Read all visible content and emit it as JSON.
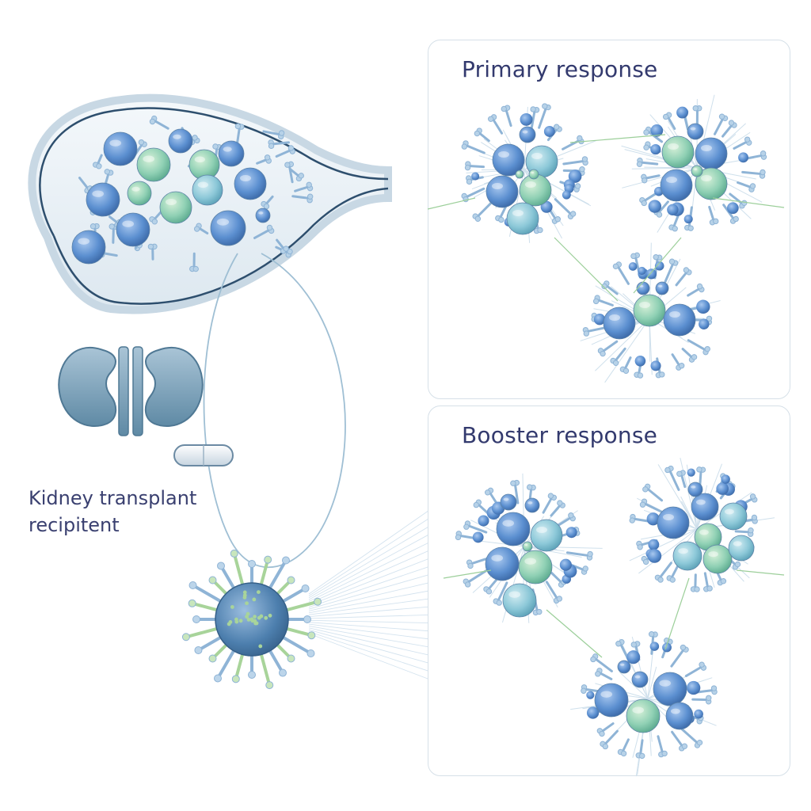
{
  "panels": {
    "primary_title": "Primary response",
    "booster_title": "Booster response"
  },
  "caption": {
    "line1": "Kidney transplant",
    "line2": "recipitent"
  },
  "colors": {
    "cell_blue": "#5b8fd0",
    "cell_green": "#8fd0b4",
    "cell_teal": "#8cc8d8",
    "stem": "#8fb4d6",
    "outline": "#2e4f6e",
    "virus_body": "#4d7fae",
    "virus_spike": "#a8d49a",
    "title_text": "#333a6e"
  },
  "icons": [
    "lymph-node-icon",
    "kidney-icon",
    "pill-icon",
    "virus-icon",
    "immune-cell-cluster-icon"
  ]
}
